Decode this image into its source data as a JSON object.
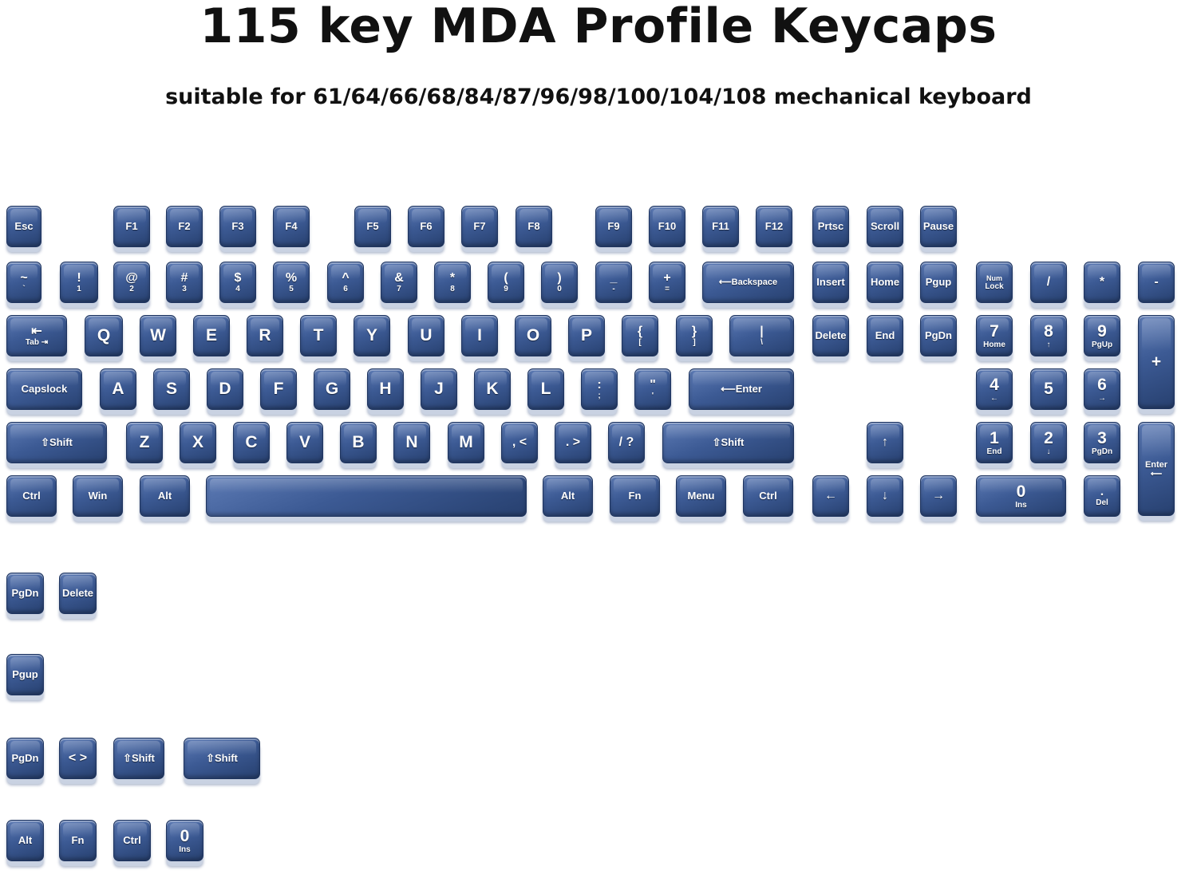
{
  "title": "115 key MDA Profile Keycaps",
  "subtitle": "suitable for 61/64/66/68/84/87/96/98/100/104/108 mechanical keyboard",
  "colors": {
    "keycap": "#3c5a94",
    "keycap_dark": "#27406f",
    "legend": "#ffffff"
  },
  "keycaps": [
    {
      "id": "esc",
      "label": "Esc"
    },
    {
      "id": "f1",
      "label": "F1"
    },
    {
      "id": "f2",
      "label": "F2"
    },
    {
      "id": "f3",
      "label": "F3"
    },
    {
      "id": "f4",
      "label": "F4"
    },
    {
      "id": "f5",
      "label": "F5"
    },
    {
      "id": "f6",
      "label": "F6"
    },
    {
      "id": "f7",
      "label": "F7"
    },
    {
      "id": "f8",
      "label": "F8"
    },
    {
      "id": "f9",
      "label": "F9"
    },
    {
      "id": "f10",
      "label": "F10"
    },
    {
      "id": "f11",
      "label": "F11"
    },
    {
      "id": "f12",
      "label": "F12"
    },
    {
      "id": "prtsc",
      "label": "Prtsc"
    },
    {
      "id": "scroll",
      "label": "Scroll"
    },
    {
      "id": "pause",
      "label": "Pause"
    },
    {
      "id": "tilde",
      "label": "~",
      "sub": "`"
    },
    {
      "id": "k1",
      "label": "!",
      "sub": "1"
    },
    {
      "id": "k2",
      "label": "@",
      "sub": "2"
    },
    {
      "id": "k3",
      "label": "#",
      "sub": "3"
    },
    {
      "id": "k4",
      "label": "$",
      "sub": "4"
    },
    {
      "id": "k5",
      "label": "%",
      "sub": "5"
    },
    {
      "id": "k6",
      "label": "^",
      "sub": "6"
    },
    {
      "id": "k7",
      "label": "&",
      "sub": "7"
    },
    {
      "id": "k8",
      "label": "*",
      "sub": "8"
    },
    {
      "id": "k9",
      "label": "(",
      "sub": "9"
    },
    {
      "id": "k0",
      "label": ")",
      "sub": "0"
    },
    {
      "id": "minus",
      "label": "_",
      "sub": "-"
    },
    {
      "id": "equal",
      "label": "+",
      "sub": "="
    },
    {
      "id": "backspace",
      "label": "⟵Backspace"
    },
    {
      "id": "insert",
      "label": "Insert"
    },
    {
      "id": "home",
      "label": "Home"
    },
    {
      "id": "pgup",
      "label": "Pgup"
    },
    {
      "id": "numlock",
      "label": "Num",
      "sub": "Lock"
    },
    {
      "id": "np-slash",
      "label": "/"
    },
    {
      "id": "np-star",
      "label": "*"
    },
    {
      "id": "np-minus",
      "label": "-"
    },
    {
      "id": "tab",
      "label": "⇤",
      "sub": "Tab ⇥"
    },
    {
      "id": "q",
      "label": "Q"
    },
    {
      "id": "w",
      "label": "W"
    },
    {
      "id": "e",
      "label": "E"
    },
    {
      "id": "r",
      "label": "R"
    },
    {
      "id": "t",
      "label": "T"
    },
    {
      "id": "y",
      "label": "Y"
    },
    {
      "id": "u",
      "label": "U"
    },
    {
      "id": "i",
      "label": "I"
    },
    {
      "id": "o",
      "label": "O"
    },
    {
      "id": "p",
      "label": "P"
    },
    {
      "id": "lbracket",
      "label": "{",
      "sub": "["
    },
    {
      "id": "rbracket",
      "label": "}",
      "sub": "]"
    },
    {
      "id": "backslash",
      "label": "|",
      "sub": "\\"
    },
    {
      "id": "delete",
      "label": "Delete"
    },
    {
      "id": "end",
      "label": "End"
    },
    {
      "id": "pgdn",
      "label": "PgDn"
    },
    {
      "id": "np7",
      "label": "7",
      "sub": "Home"
    },
    {
      "id": "np8",
      "label": "8",
      "sub": "↑"
    },
    {
      "id": "np9",
      "label": "9",
      "sub": "PgUp"
    },
    {
      "id": "np-plus",
      "label": "+"
    },
    {
      "id": "capslock",
      "label": "Capslock"
    },
    {
      "id": "a",
      "label": "A"
    },
    {
      "id": "s",
      "label": "S"
    },
    {
      "id": "d",
      "label": "D"
    },
    {
      "id": "f",
      "label": "F"
    },
    {
      "id": "g",
      "label": "G"
    },
    {
      "id": "h",
      "label": "H"
    },
    {
      "id": "j",
      "label": "J"
    },
    {
      "id": "k",
      "label": "K"
    },
    {
      "id": "l",
      "label": "L"
    },
    {
      "id": "semicolon",
      "label": ":",
      "sub": ";"
    },
    {
      "id": "quote",
      "label": "\"",
      "sub": "'"
    },
    {
      "id": "enter",
      "label": "⟵Enter"
    },
    {
      "id": "np4",
      "label": "4",
      "sub": "←"
    },
    {
      "id": "np5",
      "label": "5"
    },
    {
      "id": "np6",
      "label": "6",
      "sub": "→"
    },
    {
      "id": "lshift",
      "label": "⇧Shift"
    },
    {
      "id": "z",
      "label": "Z"
    },
    {
      "id": "x",
      "label": "X"
    },
    {
      "id": "c",
      "label": "C"
    },
    {
      "id": "v",
      "label": "V"
    },
    {
      "id": "b",
      "label": "B"
    },
    {
      "id": "n",
      "label": "N"
    },
    {
      "id": "m",
      "label": "M"
    },
    {
      "id": "comma",
      "label": ", <"
    },
    {
      "id": "period",
      "label": ". >"
    },
    {
      "id": "slash",
      "label": "/ ?"
    },
    {
      "id": "rshift",
      "label": "⇧Shift"
    },
    {
      "id": "up",
      "label": "↑"
    },
    {
      "id": "np1",
      "label": "1",
      "sub": "End"
    },
    {
      "id": "np2",
      "label": "2",
      "sub": "↓"
    },
    {
      "id": "np3",
      "label": "3",
      "sub": "PgDn"
    },
    {
      "id": "np-enter",
      "label": "Enter",
      "sub": "⟵"
    },
    {
      "id": "lctrl",
      "label": "Ctrl"
    },
    {
      "id": "win",
      "label": "Win"
    },
    {
      "id": "lalt",
      "label": "Alt"
    },
    {
      "id": "space",
      "label": ""
    },
    {
      "id": "ralt",
      "label": "Alt"
    },
    {
      "id": "fn",
      "label": "Fn"
    },
    {
      "id": "menu",
      "label": "Menu"
    },
    {
      "id": "rctrl",
      "label": "Ctrl"
    },
    {
      "id": "left",
      "label": "←"
    },
    {
      "id": "down",
      "label": "↓"
    },
    {
      "id": "right",
      "label": "→"
    },
    {
      "id": "np0",
      "label": "0",
      "sub": "Ins"
    },
    {
      "id": "np-del",
      "label": ".",
      "sub": "Del"
    },
    {
      "id": "x-pgdn-1",
      "label": "PgDn"
    },
    {
      "id": "x-delete",
      "label": "Delete"
    },
    {
      "id": "x-pgup",
      "label": "Pgup"
    },
    {
      "id": "x-pgdn-2",
      "label": "PgDn"
    },
    {
      "id": "x-angle",
      "label": "< >"
    },
    {
      "id": "x-shift-1",
      "label": "⇧Shift"
    },
    {
      "id": "x-shift-2",
      "label": "⇧Shift"
    },
    {
      "id": "x-alt",
      "label": "Alt"
    },
    {
      "id": "x-fn",
      "label": "Fn"
    },
    {
      "id": "x-ctrl",
      "label": "Ctrl"
    },
    {
      "id": "x-ins",
      "label": "0",
      "sub": "Ins"
    }
  ]
}
